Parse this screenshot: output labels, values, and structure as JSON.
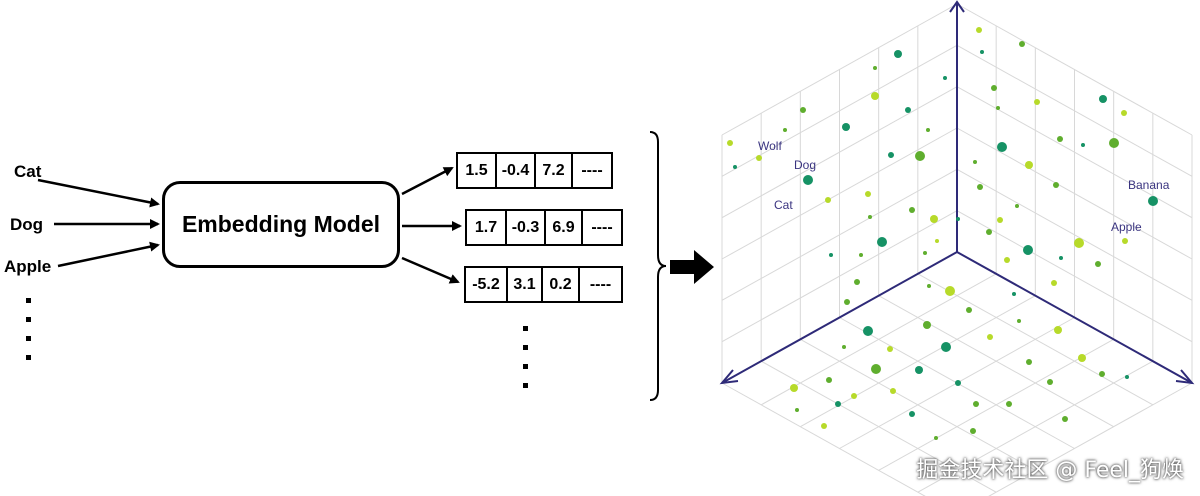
{
  "inputs": [
    "Cat",
    "Dog",
    "Apple"
  ],
  "model_label": "Embedding Model",
  "vectors": [
    [
      "1.5",
      "-0.4",
      "7.2",
      "----"
    ],
    [
      "1.7",
      "-0.3",
      "6.9",
      "----"
    ],
    [
      "-5.2",
      "3.1",
      "0.2",
      "----"
    ]
  ],
  "space_labels": {
    "wolf": "Wolf",
    "dog": "Dog",
    "cat": "Cat",
    "banana": "Banana",
    "apple": "Apple"
  },
  "watermark": "掘金技术社区 @ Feel_狗焕",
  "colors": {
    "axis": "#2e2a78",
    "grid": "#d8d8d8",
    "dot_dark": "#169265",
    "dot_mid": "#5fae2e",
    "dot_light": "#b7da2a"
  }
}
